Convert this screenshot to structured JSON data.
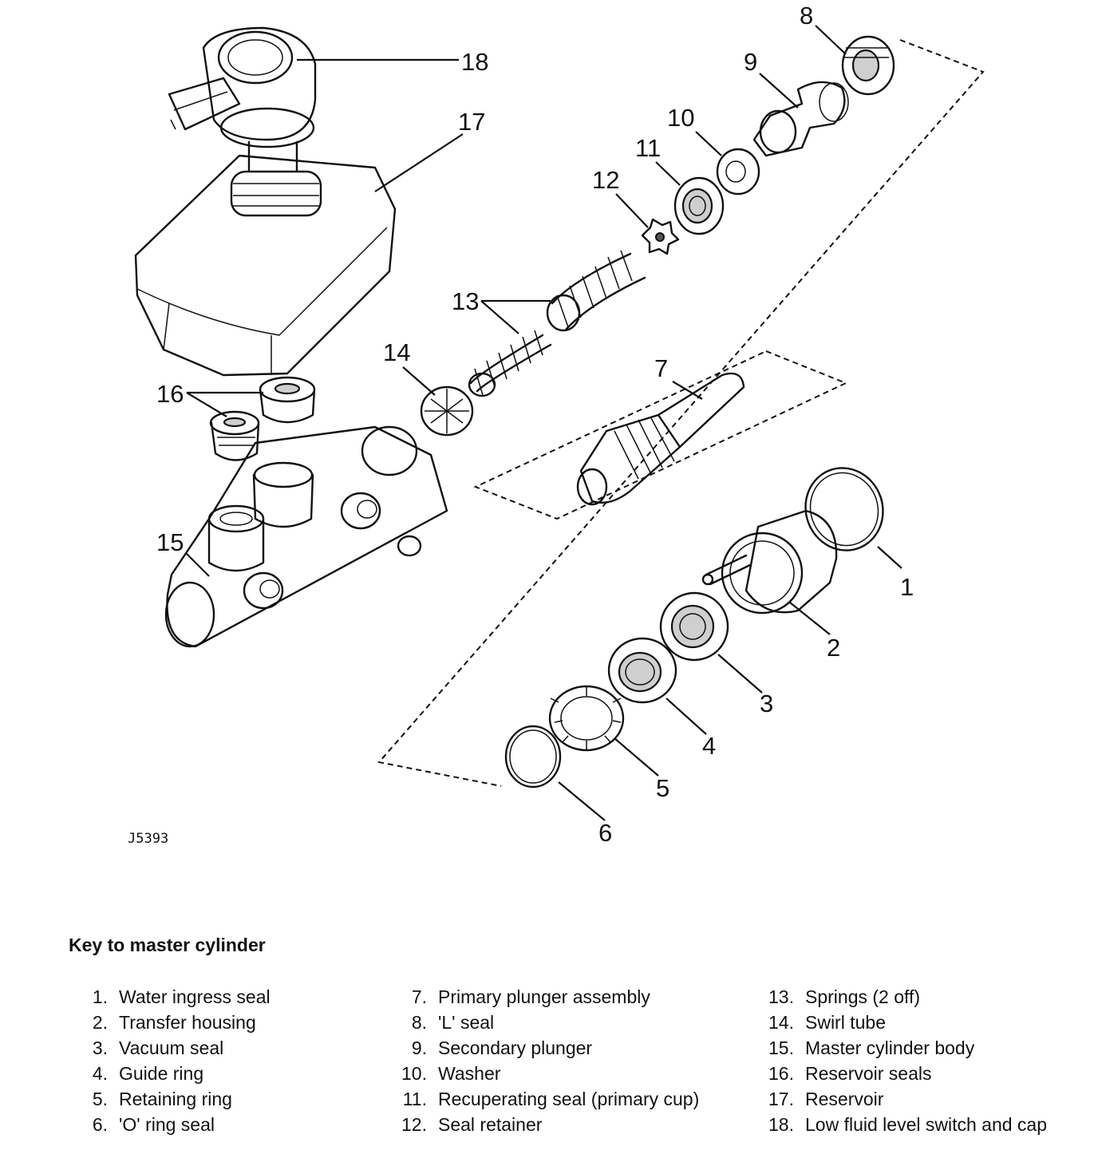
{
  "diagram": {
    "reference_code": "J5393",
    "callouts": [
      "1",
      "2",
      "3",
      "4",
      "5",
      "6",
      "7",
      "8",
      "9",
      "10",
      "11",
      "12",
      "13",
      "14",
      "15",
      "16",
      "17",
      "18"
    ]
  },
  "key": {
    "title": "Key to master cylinder",
    "columns": [
      [
        {
          "num": "1.",
          "label": "Water ingress seal"
        },
        {
          "num": "2.",
          "label": "Transfer housing"
        },
        {
          "num": "3.",
          "label": "Vacuum seal"
        },
        {
          "num": "4.",
          "label": "Guide ring"
        },
        {
          "num": "5.",
          "label": "Retaining ring"
        },
        {
          "num": "6.",
          "label": "'O' ring seal"
        }
      ],
      [
        {
          "num": "7.",
          "label": "Primary plunger assembly"
        },
        {
          "num": "8.",
          "label": "'L' seal"
        },
        {
          "num": "9.",
          "label": "Secondary plunger"
        },
        {
          "num": "10.",
          "label": "Washer"
        },
        {
          "num": "11.",
          "label": "Recuperating seal (primary cup)"
        },
        {
          "num": "12.",
          "label": "Seal retainer"
        }
      ],
      [
        {
          "num": "13.",
          "label": "Springs (2 off)"
        },
        {
          "num": "14.",
          "label": "Swirl tube"
        },
        {
          "num": "15.",
          "label": "Master cylinder body"
        },
        {
          "num": "16.",
          "label": "Reservoir seals"
        },
        {
          "num": "17.",
          "label": "Reservoir"
        },
        {
          "num": "18.",
          "label": "Low fluid level switch and cap"
        }
      ]
    ]
  }
}
